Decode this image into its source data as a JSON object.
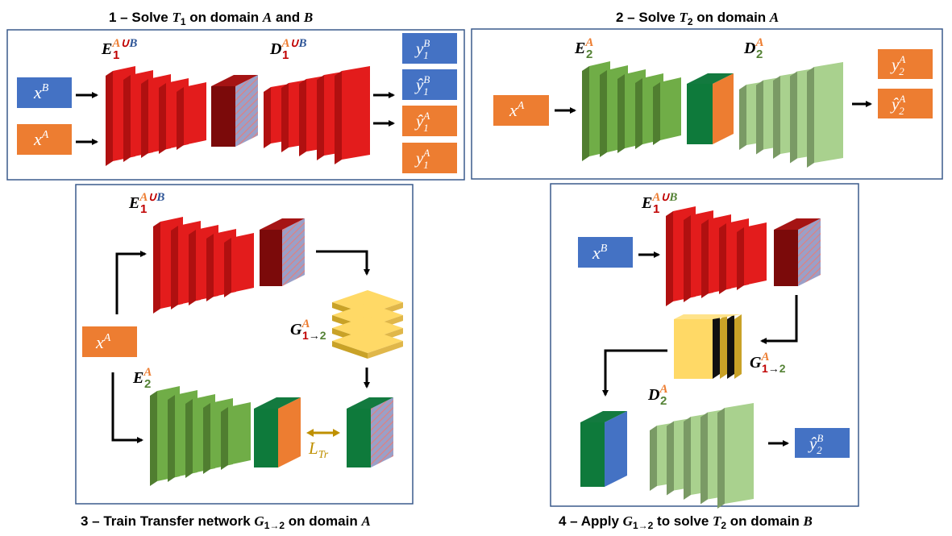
{
  "colors": {
    "frame": "#3a5a8c",
    "blue_box": "#4472c4",
    "orange_box": "#ed7d31",
    "red_front": "#e31c1c",
    "red_side": "#b01010",
    "red_top": "#f04040",
    "dark_red": "#7b0a0a",
    "green_front": "#70ad47",
    "green_side": "#507e30",
    "light_green_front": "#a9d18e",
    "light_green_side": "#7a9a65",
    "dark_green": "#0e7a3b",
    "yellow_front": "#ffd966",
    "yellow_side": "#c9a227",
    "gold_arrow": "#bf9000",
    "label_red": "#c00000",
    "label_orange": "#ed7d31",
    "label_blue": "#2e5597",
    "label_green": "#548235",
    "text_dark": "#111111"
  },
  "panel1": {
    "title_prefix": "1 – Solve ",
    "title_T": "T",
    "title_sub": "1",
    "title_suffix": " on domain ",
    "title_A": "A",
    "title_and": " and ",
    "title_B": "B",
    "enc_letter": "E",
    "enc_sub": "1",
    "enc_sup_a": "A",
    "enc_sup_cup": "∪",
    "enc_sup_b": "B",
    "dec_letter": "D",
    "dec_sub": "1",
    "dec_sup_a": "A",
    "dec_sup_cup": "∪",
    "dec_sup_b": "B",
    "in_xb_base": "x",
    "in_xb_sup": "B",
    "in_xa_base": "x",
    "in_xa_sup": "A",
    "outputs": [
      {
        "base": "y",
        "hat": "",
        "sub": "1",
        "sup": "B",
        "color": "blue"
      },
      {
        "base": "ŷ",
        "hat": "",
        "sub": "1",
        "sup": "B",
        "color": "blue"
      },
      {
        "base": "ŷ",
        "hat": "",
        "sub": "1",
        "sup": "A",
        "color": "orange"
      },
      {
        "base": "y",
        "hat": "",
        "sub": "1",
        "sup": "A",
        "color": "orange"
      }
    ]
  },
  "panel2": {
    "title_prefix": "2 – Solve ",
    "title_T": "T",
    "title_sub": "2",
    "title_suffix": " on domain ",
    "title_A": "A",
    "enc_letter": "E",
    "enc_sub": "2",
    "enc_sup": "A",
    "dec_letter": "D",
    "dec_sub": "2",
    "dec_sup": "A",
    "in_base": "x",
    "in_sup": "A",
    "out1_base": "y",
    "out1_sub": "2",
    "out1_sup": "A",
    "out2_base": "ŷ",
    "out2_sub": "2",
    "out2_sup": "A"
  },
  "panel3": {
    "title_prefix": "3 – Train Transfer network ",
    "title_G": "G",
    "title_G_sub": "1→2",
    "title_suffix": " on domain ",
    "title_A": "A",
    "enc1_letter": "E",
    "enc1_sub": "1",
    "enc1_sup_a": "A",
    "enc1_sup_cup": "∪",
    "enc1_sup_b": "B",
    "enc2_letter": "E",
    "enc2_sub": "2",
    "enc2_sup": "A",
    "g_letter": "G",
    "g_sub_1": "1",
    "g_sub_arrow": "→",
    "g_sub_2": "2",
    "g_sup": "A",
    "in_base": "x",
    "in_sup": "A",
    "loss_base": "L",
    "loss_sub": "Tr"
  },
  "panel4": {
    "title_prefix": "4 – Apply ",
    "title_G": "G",
    "title_G_sub": "1→2",
    "title_mid": "  to solve ",
    "title_T": "T",
    "title_T_sub": "2",
    "title_suffix": "  on domain ",
    "title_B": "B",
    "enc_letter": "E",
    "enc_sub": "1",
    "enc_sup_a": "A",
    "enc_sup_cup": "∪",
    "enc_sup_b": "B",
    "g_letter": "G",
    "g_sub_1": "1",
    "g_sub_arrow": "→",
    "g_sub_2": "2",
    "g_sup": "A",
    "dec_letter": "D",
    "dec_sub": "2",
    "dec_sup": "A",
    "in_base": "x",
    "in_sup": "B",
    "out_base": "ŷ",
    "out_sub": "2",
    "out_sup": "B"
  }
}
